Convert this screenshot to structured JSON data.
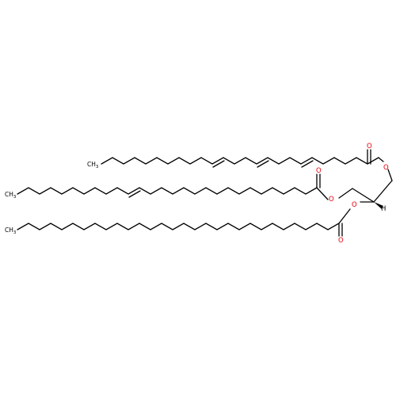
{
  "colors": {
    "bond": "#000000",
    "oxygen": "#e8000b",
    "background": "#ffffff"
  },
  "atoms": {
    "methyl_text": "CH",
    "methyl_subscript": "3",
    "ester_oxygen_1": "O",
    "carbonyl_oxygen_1": "O",
    "ester_oxygen_2": "O",
    "carbonyl_oxygen_2": "O",
    "ester_oxygen_3": "O",
    "carbonyl_oxygen_3": "O",
    "stereo_hydrogen": "H"
  },
  "labels": {
    "chain_1_methyl": {
      "text": "CH",
      "sub": "3"
    },
    "chain_2_methyl": {
      "text": "CH",
      "sub": "3"
    },
    "chain_3_methyl": {
      "text": "CH",
      "sub": "3"
    }
  }
}
